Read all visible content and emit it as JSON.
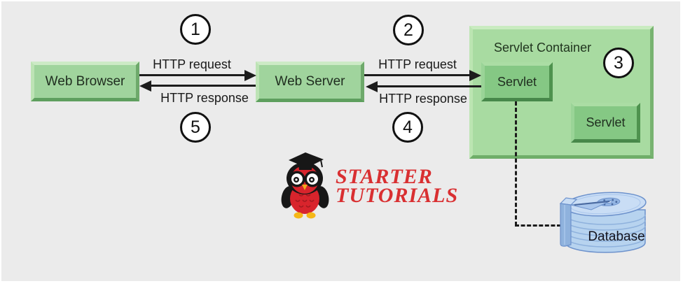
{
  "diagram": {
    "nodes": {
      "web_browser": {
        "label": "Web Browser"
      },
      "web_server": {
        "label": "Web Server"
      },
      "servlet_container": {
        "label": "Servlet Container",
        "step": "3"
      },
      "servlet_a": {
        "label": "Servlet"
      },
      "servlet_b": {
        "label": "Servlet"
      },
      "database": {
        "label": "Database"
      }
    },
    "edges": [
      {
        "from": "web_browser",
        "to": "web_server",
        "label": "HTTP request",
        "step": "1"
      },
      {
        "from": "web_server",
        "to": "servlet_a",
        "label": "HTTP request",
        "step": "2"
      },
      {
        "from": "servlet_a",
        "to": "web_server",
        "label": "HTTP response",
        "step": "4"
      },
      {
        "from": "web_server",
        "to": "web_browser",
        "label": "HTTP response",
        "step": "5"
      }
    ],
    "connector": {
      "from": "servlet_a",
      "to": "database",
      "style": "dashed"
    }
  },
  "logo": {
    "line1": "STARTER",
    "line2": "TUTORIALS",
    "icon": "owl-graduate-icon"
  },
  "colors": {
    "background": "#ebebeb",
    "node_green": "#a0d49d",
    "container_green": "#a8dba1",
    "servlet_green": "#85c884",
    "logo_red": "#d92f31",
    "database_blue": "#b7d3ef",
    "line_black": "#1c1c1c"
  }
}
